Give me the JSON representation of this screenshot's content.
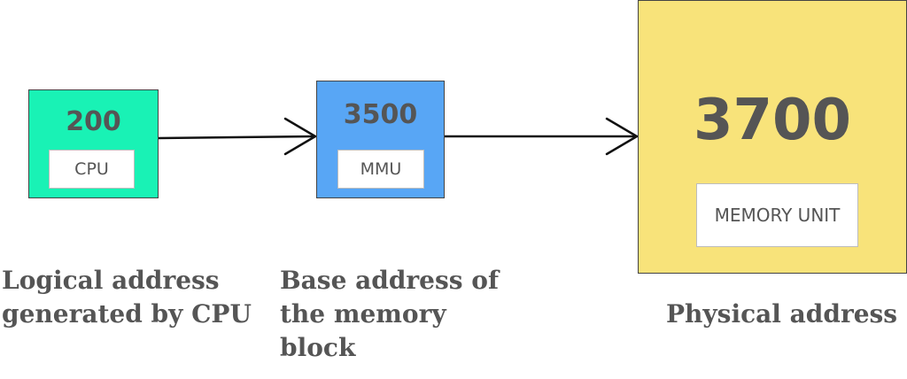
{
  "cpu": {
    "value": "200",
    "label": "CPU",
    "caption": "Logical address generated by CPU",
    "color": "#19F2B5"
  },
  "mmu": {
    "value": "3500",
    "label": "MMU",
    "caption": "Base address of the memory block",
    "color": "#58A6F5"
  },
  "memory": {
    "value": "3700",
    "label": "MEMORY UNIT",
    "caption": "Physical address",
    "color": "#F8E37A"
  },
  "colors": {
    "text": "#555555",
    "border": "#444444"
  }
}
